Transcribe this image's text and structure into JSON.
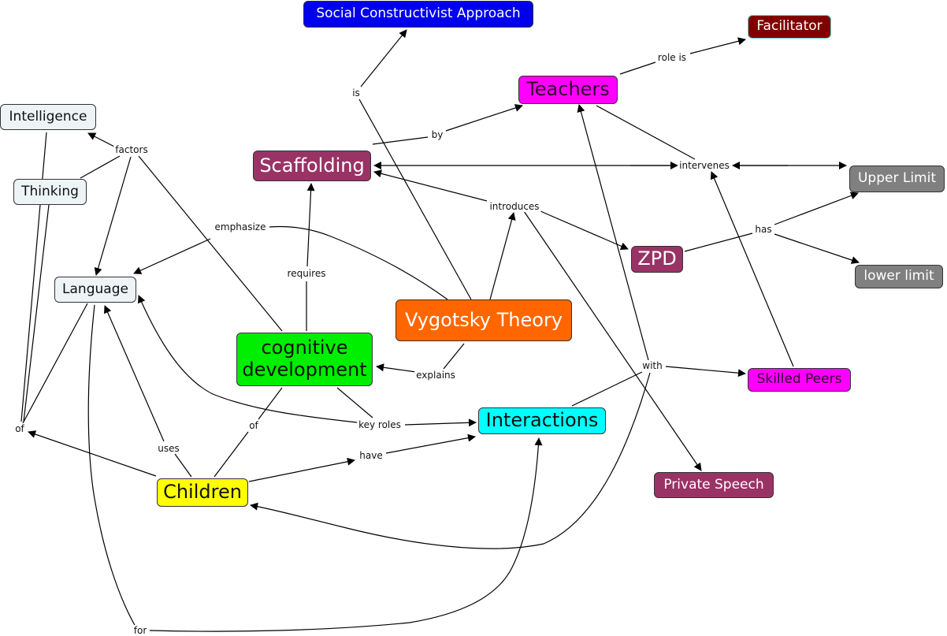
{
  "title": "Vygotsky Theory concept map",
  "colors": {
    "blue": "#0000ee",
    "maroon": "#800000",
    "magenta": "#ff00ff",
    "plum": "#993366",
    "gray": "#808080",
    "light": "#eef4f6",
    "orange": "#ff6600",
    "green": "#00ee00",
    "cyan": "#00ffff",
    "yellow": "#ffff00"
  },
  "concepts": {
    "social": "Social Constructivist Approach",
    "facilitator": "Facilitator",
    "teachers": "Teachers",
    "intelligence": "Intelligence",
    "thinking": "Thinking",
    "scaffolding": "Scaffolding",
    "upper": "Upper Limit",
    "zpd": "ZPD",
    "lower": "lower limit",
    "language": "Language",
    "vygotsky": "Vygotsky Theory",
    "cognitive_1": "cognitive",
    "cognitive_2": "development",
    "skilled": "Skilled Peers",
    "interactions": "Interactions",
    "children": "Children",
    "private": "Private Speech"
  },
  "linking_phrases": {
    "is": "is",
    "role_is": "role is",
    "by": "by",
    "factors": "factors",
    "intervenes": "intervenes",
    "introduces": "introduces",
    "has": "has",
    "emphasize": "emphasize",
    "requires": "requires",
    "explains": "explains",
    "with": "with",
    "key_roles": "key roles",
    "of_left": "of",
    "of_mid": "of",
    "uses": "uses",
    "have": "have",
    "for": "for"
  }
}
